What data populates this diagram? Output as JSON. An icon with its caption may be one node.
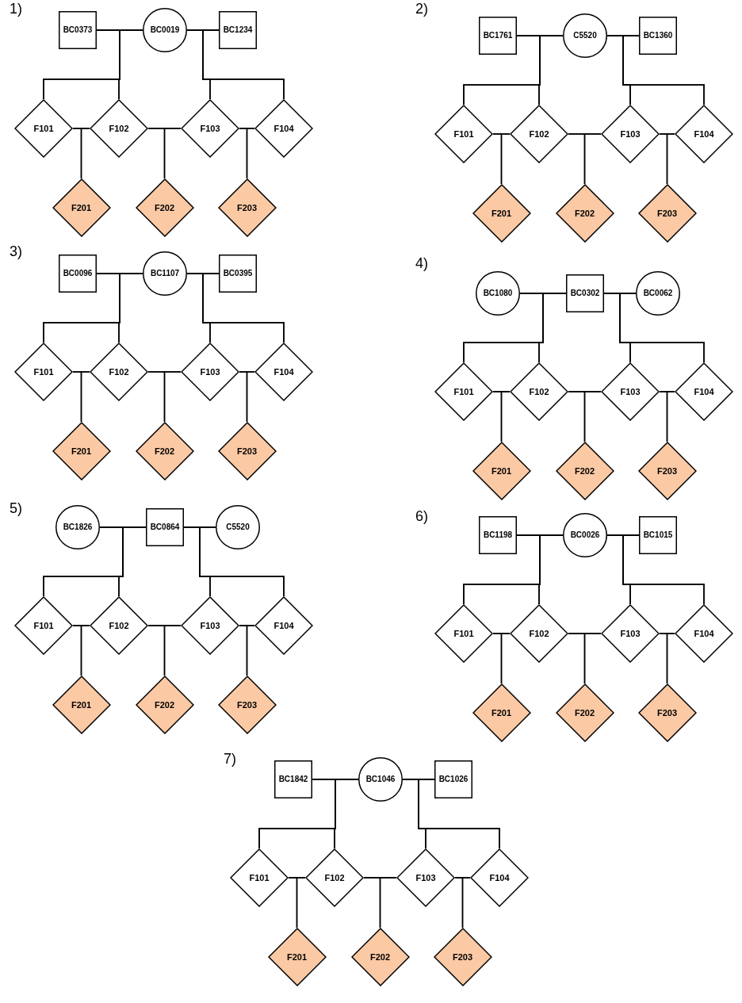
{
  "diagram": {
    "nodes": [
      {
        "text": [
          "BC0373"
        ]
      },
      {
        "text": [
          "BC0019"
        ]
      },
      {
        "text": [
          "BC1234"
        ]
      },
      {
        "text": [
          "F101"
        ]
      },
      {
        "text": [
          "F102"
        ]
      },
      {
        "text": [
          "F103"
        ]
      },
      {
        "text": [
          "F104"
        ]
      },
      {
        "text": [
          "F201"
        ]
      },
      {
        "text": [
          "F202"
        ]
      },
      {
        "text": [
          "F203"
        ]
      },
      {
        "text": [
          "BC1761"
        ]
      },
      {
        "text": [
          "C5520"
        ]
      },
      {
        "text": [
          "BC1360"
        ]
      },
      {
        "text": [
          "F101"
        ]
      },
      {
        "text": [
          "F102"
        ]
      },
      {
        "text": [
          "F103"
        ]
      },
      {
        "text": [
          "F104"
        ]
      },
      {
        "text": [
          "F201"
        ]
      },
      {
        "text": [
          "F202"
        ]
      },
      {
        "text": [
          "F203"
        ]
      },
      {
        "text": [
          "BC0096"
        ]
      },
      {
        "text": [
          "BC1107"
        ]
      },
      {
        "text": [
          "BC0395"
        ]
      },
      {
        "text": [
          "F101"
        ]
      },
      {
        "text": [
          "F102"
        ]
      },
      {
        "text": [
          "F103"
        ]
      },
      {
        "text": [
          "F104"
        ]
      },
      {
        "text": [
          "F201"
        ]
      },
      {
        "text": [
          "F202"
        ]
      },
      {
        "text": [
          "F203"
        ]
      },
      {
        "text": [
          "BC1080"
        ]
      },
      {
        "text": [
          "BC0302"
        ]
      },
      {
        "text": [
          "BC0062"
        ]
      },
      {
        "text": [
          "F101"
        ]
      },
      {
        "text": [
          "F102"
        ]
      },
      {
        "text": [
          "F103"
        ]
      },
      {
        "text": [
          "F104"
        ]
      },
      {
        "text": [
          "F201"
        ]
      },
      {
        "text": [
          "F202"
        ]
      },
      {
        "text": [
          "F203"
        ]
      },
      {
        "text": [
          "BC1826"
        ]
      },
      {
        "text": [
          "BC0864"
        ]
      },
      {
        "text": [
          "C5520"
        ]
      },
      {
        "text": [
          "F101"
        ]
      },
      {
        "text": [
          "F102"
        ]
      },
      {
        "text": [
          "F103"
        ]
      },
      {
        "text": [
          "F104"
        ]
      },
      {
        "text": [
          "F201"
        ]
      },
      {
        "text": [
          "F202"
        ]
      },
      {
        "text": [
          "F203"
        ]
      },
      {
        "text": [
          "BC1198"
        ]
      },
      {
        "text": [
          "BC0026"
        ]
      },
      {
        "text": [
          "BC1015"
        ]
      },
      {
        "text": [
          "F101"
        ]
      },
      {
        "text": [
          "F102"
        ]
      },
      {
        "text": [
          "F103"
        ]
      },
      {
        "text": [
          "F104"
        ]
      },
      {
        "text": [
          "F201"
        ]
      },
      {
        "text": [
          "F202"
        ]
      },
      {
        "text": [
          "F203"
        ]
      },
      {
        "text": [
          "BC1842"
        ]
      },
      {
        "text": [
          "BC1046"
        ]
      },
      {
        "text": [
          "BC1026"
        ]
      },
      {
        "text": [
          "F101"
        ]
      },
      {
        "text": [
          "F102"
        ]
      },
      {
        "text": [
          "F103"
        ]
      },
      {
        "text": [
          "F104"
        ]
      },
      {
        "text": [
          "F201"
        ]
      },
      {
        "text": [
          "F202"
        ]
      },
      {
        "text": [
          "F203"
        ]
      }
    ],
    "edges": [
      {
        "from": 0,
        "to": 1,
        "arrow": "none"
      },
      {
        "from": 1,
        "to": 2,
        "arrow": "none"
      },
      {
        "from": 3,
        "to": 4,
        "arrow": "none"
      },
      {
        "from": 4,
        "to": 5,
        "arrow": "none"
      },
      {
        "from": 5,
        "to": 6,
        "arrow": "none"
      },
      {
        "from": 0,
        "to": 3,
        "arrow": "none"
      },
      {
        "from": 1,
        "to": 3,
        "arrow": "none"
      },
      {
        "from": 0,
        "to": 4,
        "arrow": "none"
      },
      {
        "from": 1,
        "to": 4,
        "arrow": "none"
      },
      {
        "from": 1,
        "to": 5,
        "arrow": "none"
      },
      {
        "from": 2,
        "to": 5,
        "arrow": "none"
      },
      {
        "from": 1,
        "to": 6,
        "arrow": "none"
      },
      {
        "from": 2,
        "to": 6,
        "arrow": "none"
      },
      {
        "from": 3,
        "to": 7,
        "arrow": "none"
      },
      {
        "from": 4,
        "to": 7,
        "arrow": "none"
      },
      {
        "from": 4,
        "to": 8,
        "arrow": "none"
      },
      {
        "from": 5,
        "to": 8,
        "arrow": "none"
      },
      {
        "from": 5,
        "to": 9,
        "arrow": "none"
      },
      {
        "from": 6,
        "to": 9,
        "arrow": "none"
      },
      {
        "from": 10,
        "to": 11,
        "arrow": "none"
      },
      {
        "from": 11,
        "to": 12,
        "arrow": "none"
      },
      {
        "from": 13,
        "to": 14,
        "arrow": "none"
      },
      {
        "from": 14,
        "to": 15,
        "arrow": "none"
      },
      {
        "from": 15,
        "to": 16,
        "arrow": "none"
      },
      {
        "from": 10,
        "to": 13,
        "arrow": "none"
      },
      {
        "from": 11,
        "to": 13,
        "arrow": "none"
      },
      {
        "from": 10,
        "to": 14,
        "arrow": "none"
      },
      {
        "from": 11,
        "to": 14,
        "arrow": "none"
      },
      {
        "from": 11,
        "to": 15,
        "arrow": "none"
      },
      {
        "from": 12,
        "to": 15,
        "arrow": "none"
      },
      {
        "from": 11,
        "to": 16,
        "arrow": "none"
      },
      {
        "from": 12,
        "to": 16,
        "arrow": "none"
      },
      {
        "from": 13,
        "to": 17,
        "arrow": "none"
      },
      {
        "from": 14,
        "to": 17,
        "arrow": "none"
      },
      {
        "from": 14,
        "to": 18,
        "arrow": "none"
      },
      {
        "from": 15,
        "to": 18,
        "arrow": "none"
      },
      {
        "from": 15,
        "to": 19,
        "arrow": "none"
      },
      {
        "from": 16,
        "to": 19,
        "arrow": "none"
      },
      {
        "from": 20,
        "to": 21,
        "arrow": "none"
      },
      {
        "from": 21,
        "to": 22,
        "arrow": "none"
      },
      {
        "from": 23,
        "to": 24,
        "arrow": "none"
      },
      {
        "from": 24,
        "to": 25,
        "arrow": "none"
      },
      {
        "from": 25,
        "to": 26,
        "arrow": "none"
      },
      {
        "from": 20,
        "to": 23,
        "arrow": "none"
      },
      {
        "from": 21,
        "to": 23,
        "arrow": "none"
      },
      {
        "from": 20,
        "to": 24,
        "arrow": "none"
      },
      {
        "from": 21,
        "to": 24,
        "arrow": "none"
      },
      {
        "from": 21,
        "to": 25,
        "arrow": "none"
      },
      {
        "from": 22,
        "to": 25,
        "arrow": "none"
      },
      {
        "from": 21,
        "to": 26,
        "arrow": "none"
      },
      {
        "from": 22,
        "to": 26,
        "arrow": "none"
      },
      {
        "from": 23,
        "to": 27,
        "arrow": "none"
      },
      {
        "from": 24,
        "to": 27,
        "arrow": "none"
      },
      {
        "from": 24,
        "to": 28,
        "arrow": "none"
      },
      {
        "from": 25,
        "to": 28,
        "arrow": "none"
      },
      {
        "from": 25,
        "to": 29,
        "arrow": "none"
      },
      {
        "from": 26,
        "to": 29,
        "arrow": "none"
      },
      {
        "from": 30,
        "to": 31,
        "arrow": "none"
      },
      {
        "from": 31,
        "to": 32,
        "arrow": "none"
      },
      {
        "from": 33,
        "to": 34,
        "arrow": "none"
      },
      {
        "from": 34,
        "to": 35,
        "arrow": "none"
      },
      {
        "from": 35,
        "to": 36,
        "arrow": "none"
      },
      {
        "from": 30,
        "to": 33,
        "arrow": "none"
      },
      {
        "from": 31,
        "to": 33,
        "arrow": "none"
      },
      {
        "from": 30,
        "to": 34,
        "arrow": "none"
      },
      {
        "from": 31,
        "to": 34,
        "arrow": "none"
      },
      {
        "from": 31,
        "to": 35,
        "arrow": "none"
      },
      {
        "from": 32,
        "to": 35,
        "arrow": "none"
      },
      {
        "from": 31,
        "to": 36,
        "arrow": "none"
      },
      {
        "from": 32,
        "to": 36,
        "arrow": "none"
      },
      {
        "from": 33,
        "to": 37,
        "arrow": "none"
      },
      {
        "from": 34,
        "to": 37,
        "arrow": "none"
      },
      {
        "from": 34,
        "to": 38,
        "arrow": "none"
      },
      {
        "from": 35,
        "to": 38,
        "arrow": "none"
      },
      {
        "from": 35,
        "to": 39,
        "arrow": "none"
      },
      {
        "from": 36,
        "to": 39,
        "arrow": "none"
      },
      {
        "from": 40,
        "to": 41,
        "arrow": "none"
      },
      {
        "from": 41,
        "to": 42,
        "arrow": "none"
      },
      {
        "from": 43,
        "to": 44,
        "arrow": "none"
      },
      {
        "from": 44,
        "to": 45,
        "arrow": "none"
      },
      {
        "from": 45,
        "to": 46,
        "arrow": "none"
      },
      {
        "from": 40,
        "to": 43,
        "arrow": "none"
      },
      {
        "from": 41,
        "to": 43,
        "arrow": "none"
      },
      {
        "from": 40,
        "to": 44,
        "arrow": "none"
      },
      {
        "from": 41,
        "to": 44,
        "arrow": "none"
      },
      {
        "from": 41,
        "to": 45,
        "arrow": "none"
      },
      {
        "from": 42,
        "to": 45,
        "arrow": "none"
      },
      {
        "from": 41,
        "to": 46,
        "arrow": "none"
      },
      {
        "from": 42,
        "to": 46,
        "arrow": "none"
      },
      {
        "from": 43,
        "to": 47,
        "arrow": "none"
      },
      {
        "from": 44,
        "to": 47,
        "arrow": "none"
      },
      {
        "from": 44,
        "to": 48,
        "arrow": "none"
      },
      {
        "from": 45,
        "to": 48,
        "arrow": "none"
      },
      {
        "from": 45,
        "to": 49,
        "arrow": "none"
      },
      {
        "from": 46,
        "to": 49,
        "arrow": "none"
      },
      {
        "from": 50,
        "to": 51,
        "arrow": "none"
      },
      {
        "from": 51,
        "to": 52,
        "arrow": "none"
      },
      {
        "from": 53,
        "to": 54,
        "arrow": "none"
      },
      {
        "from": 54,
        "to": 55,
        "arrow": "none"
      },
      {
        "from": 55,
        "to": 56,
        "arrow": "none"
      },
      {
        "from": 50,
        "to": 53,
        "arrow": "none"
      },
      {
        "from": 51,
        "to": 53,
        "arrow": "none"
      },
      {
        "from": 50,
        "to": 54,
        "arrow": "none"
      },
      {
        "from": 51,
        "to": 54,
        "arrow": "none"
      },
      {
        "from": 51,
        "to": 55,
        "arrow": "none"
      },
      {
        "from": 52,
        "to": 55,
        "arrow": "none"
      },
      {
        "from": 51,
        "to": 56,
        "arrow": "none"
      },
      {
        "from": 52,
        "to": 56,
        "arrow": "none"
      },
      {
        "from": 53,
        "to": 57,
        "arrow": "none"
      },
      {
        "from": 54,
        "to": 57,
        "arrow": "none"
      },
      {
        "from": 54,
        "to": 58,
        "arrow": "none"
      },
      {
        "from": 55,
        "to": 58,
        "arrow": "none"
      },
      {
        "from": 55,
        "to": 59,
        "arrow": "none"
      },
      {
        "from": 56,
        "to": 59,
        "arrow": "none"
      },
      {
        "from": 60,
        "to": 61,
        "arrow": "none"
      },
      {
        "from": 61,
        "to": 62,
        "arrow": "none"
      },
      {
        "from": 63,
        "to": 64,
        "arrow": "none"
      },
      {
        "from": 64,
        "to": 65,
        "arrow": "none"
      },
      {
        "from": 65,
        "to": 66,
        "arrow": "none"
      },
      {
        "from": 60,
        "to": 63,
        "arrow": "none"
      },
      {
        "from": 61,
        "to": 63,
        "arrow": "none"
      },
      {
        "from": 60,
        "to": 64,
        "arrow": "none"
      },
      {
        "from": 61,
        "to": 64,
        "arrow": "none"
      },
      {
        "from": 61,
        "to": 65,
        "arrow": "none"
      },
      {
        "from": 62,
        "to": 65,
        "arrow": "none"
      },
      {
        "from": 61,
        "to": 66,
        "arrow": "none"
      },
      {
        "from": 62,
        "to": 66,
        "arrow": "none"
      },
      {
        "from": 63,
        "to": 67,
        "arrow": "none"
      },
      {
        "from": 64,
        "to": 67,
        "arrow": "none"
      },
      {
        "from": 64,
        "to": 68,
        "arrow": "none"
      },
      {
        "from": 65,
        "to": 68,
        "arrow": "none"
      },
      {
        "from": 65,
        "to": 69,
        "arrow": "none"
      },
      {
        "from": 66,
        "to": 69,
        "arrow": "none"
      }
    ],
    "labels": [
      "1)",
      "2)",
      "3)",
      "4)",
      "5)",
      "6)",
      "7)"
    ]
  }
}
